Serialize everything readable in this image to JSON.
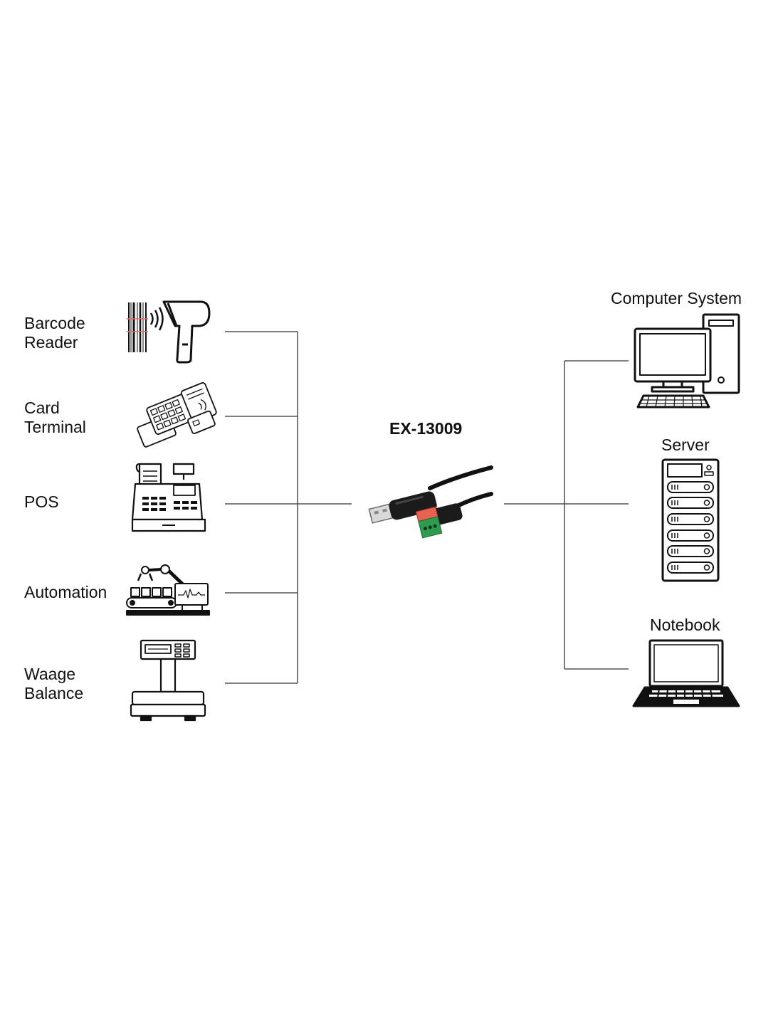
{
  "left_devices": [
    {
      "id": "barcode",
      "lines": [
        "Barcode",
        "Reader"
      ],
      "icon": "barcode-scanner-icon"
    },
    {
      "id": "card",
      "lines": [
        "Card",
        "Terminal"
      ],
      "icon": "card-terminal-icon"
    },
    {
      "id": "pos",
      "lines": [
        "POS"
      ],
      "icon": "cash-register-icon"
    },
    {
      "id": "automation",
      "lines": [
        "Automation"
      ],
      "icon": "robot-arm-conveyor-icon"
    },
    {
      "id": "balance",
      "lines": [
        "Waage",
        "Balance"
      ],
      "icon": "weighing-scale-icon"
    }
  ],
  "center": {
    "title": "EX-13009",
    "icon": "usb-cable-terminal-block-icon"
  },
  "right_devices": [
    {
      "id": "computer",
      "label": "Computer System",
      "icon": "desktop-computer-icon"
    },
    {
      "id": "server",
      "label": "Server",
      "icon": "server-rack-icon"
    },
    {
      "id": "notebook",
      "label": "Notebook",
      "icon": "laptop-icon"
    }
  ],
  "colors": {
    "line": "#333333",
    "icon": "#111111",
    "terminal_green": "#2e9b4e",
    "terminal_red": "#e8634f"
  }
}
